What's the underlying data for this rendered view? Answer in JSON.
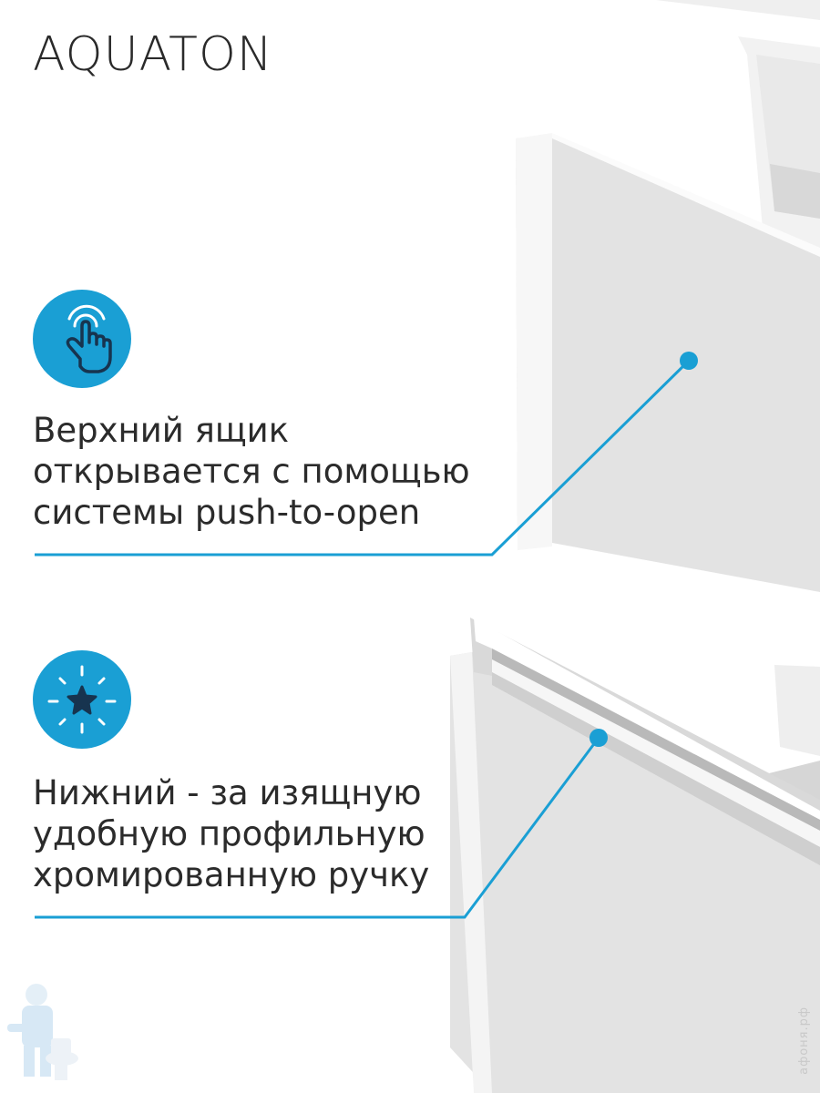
{
  "brand": {
    "logo_text": "AQUATON"
  },
  "features": [
    {
      "icon": "touch-hand-icon",
      "lines": [
        "Верхний ящик",
        "открывается с помощью",
        "системы push-to-open"
      ]
    },
    {
      "icon": "star-sparkle-icon",
      "lines": [
        "Нижний - за изящную",
        "удобную профильную",
        "хромированную ручку"
      ]
    }
  ],
  "watermark": {
    "text": "афоня.рф"
  },
  "colors": {
    "accent": "#1a9fd4",
    "icon_dark": "#17344f",
    "panel": "#e2e2e2"
  }
}
